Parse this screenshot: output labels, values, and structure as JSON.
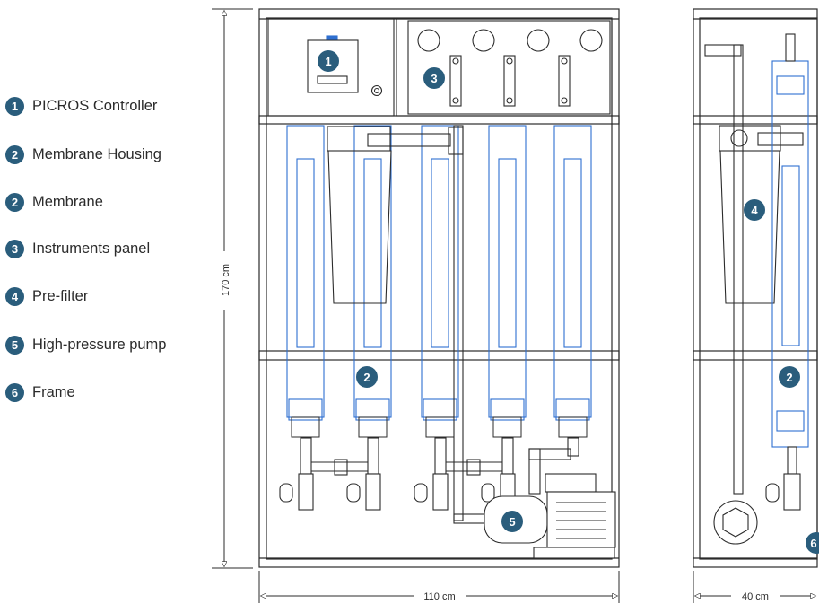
{
  "legend": [
    {
      "num": "1",
      "label": "PICROS Controller"
    },
    {
      "num": "2",
      "label": "Membrane Housing"
    },
    {
      "num": "2",
      "label": "Membrane"
    },
    {
      "num": "3",
      "label": "Instruments panel"
    },
    {
      "num": "4",
      "label": "Pre-filter"
    },
    {
      "num": "5",
      "label": "High-pressure pump"
    },
    {
      "num": "6",
      "label": "Frame"
    }
  ],
  "dimensions": {
    "height": "170 cm",
    "front_width": "110 cm",
    "side_width": "40 cm"
  },
  "callouts": {
    "controller": "1",
    "membrane_front": "2",
    "instruments": "3",
    "prefilter": "4",
    "pump": "5",
    "membrane_side": "2",
    "frame": "6"
  },
  "colors": {
    "badge": "#2a5d7c",
    "line": "#2b2b2b",
    "membrane_blue": "#2f6fd0"
  }
}
